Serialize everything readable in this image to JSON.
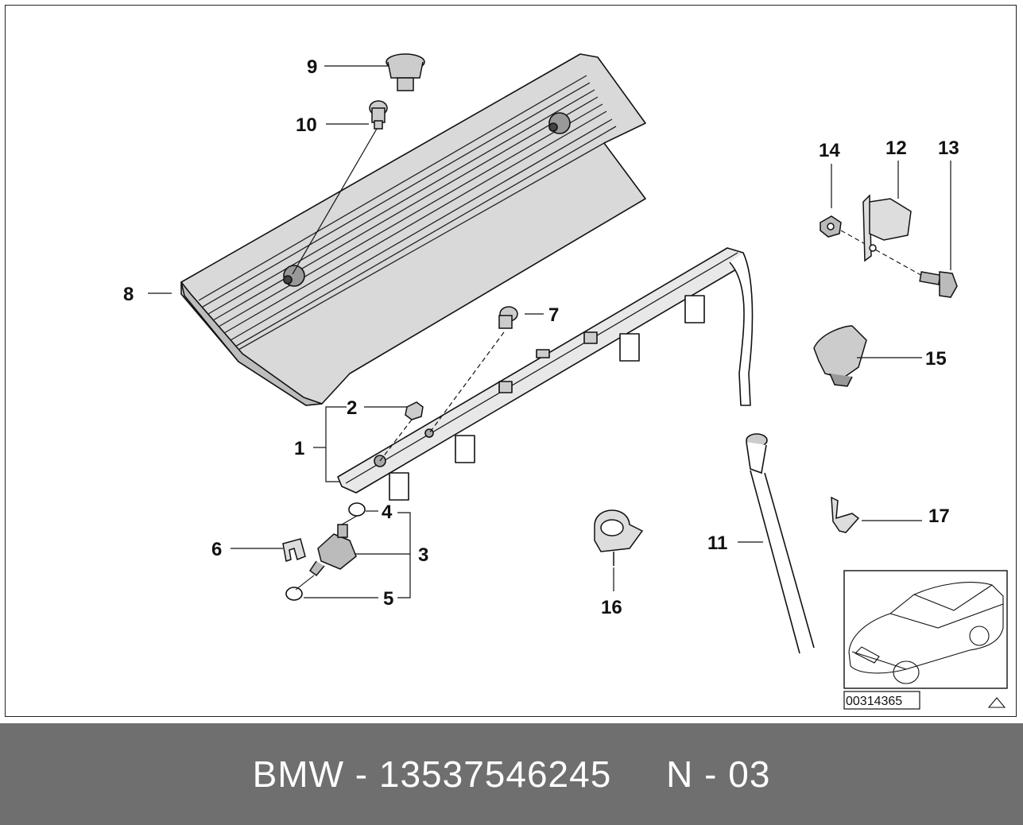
{
  "diagram": {
    "callouts": {
      "c1": "1",
      "c2": "2",
      "c3": "3",
      "c4": "4",
      "c5": "5",
      "c6": "6",
      "c7": "7",
      "c8": "8",
      "c9": "9",
      "c10": "10",
      "c11": "11",
      "c12": "12",
      "c13": "13",
      "c14": "14",
      "c15": "15",
      "c16": "16",
      "c17": "17"
    },
    "inset": {
      "code": "00314365"
    }
  },
  "footer": {
    "text": "BMW - 13537546245     N - 03"
  },
  "colors": {
    "footer_bg": "#6f6f6f",
    "line": "#111111",
    "cover_fill": "#d8d8d8"
  }
}
